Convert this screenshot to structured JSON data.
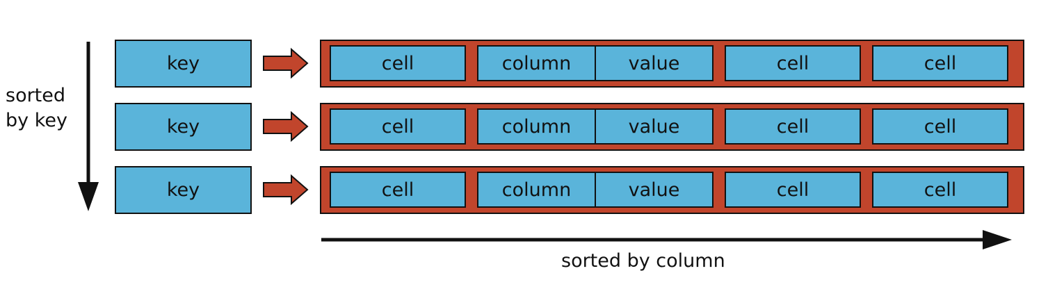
{
  "diagram": {
    "side_label_line1": "sorted",
    "side_label_line2": "by key",
    "bottom_label": "sorted by column",
    "rows": [
      {
        "key": "key",
        "cells": [
          "cell",
          "column",
          "value",
          "cell",
          "cell"
        ]
      },
      {
        "key": "key",
        "cells": [
          "cell",
          "column",
          "value",
          "cell",
          "cell"
        ]
      },
      {
        "key": "key",
        "cells": [
          "cell",
          "column",
          "value",
          "cell",
          "cell"
        ]
      }
    ]
  },
  "colors": {
    "cell_fill": "#5ab4da",
    "row_fill": "#c1452c",
    "outline": "#111111"
  }
}
